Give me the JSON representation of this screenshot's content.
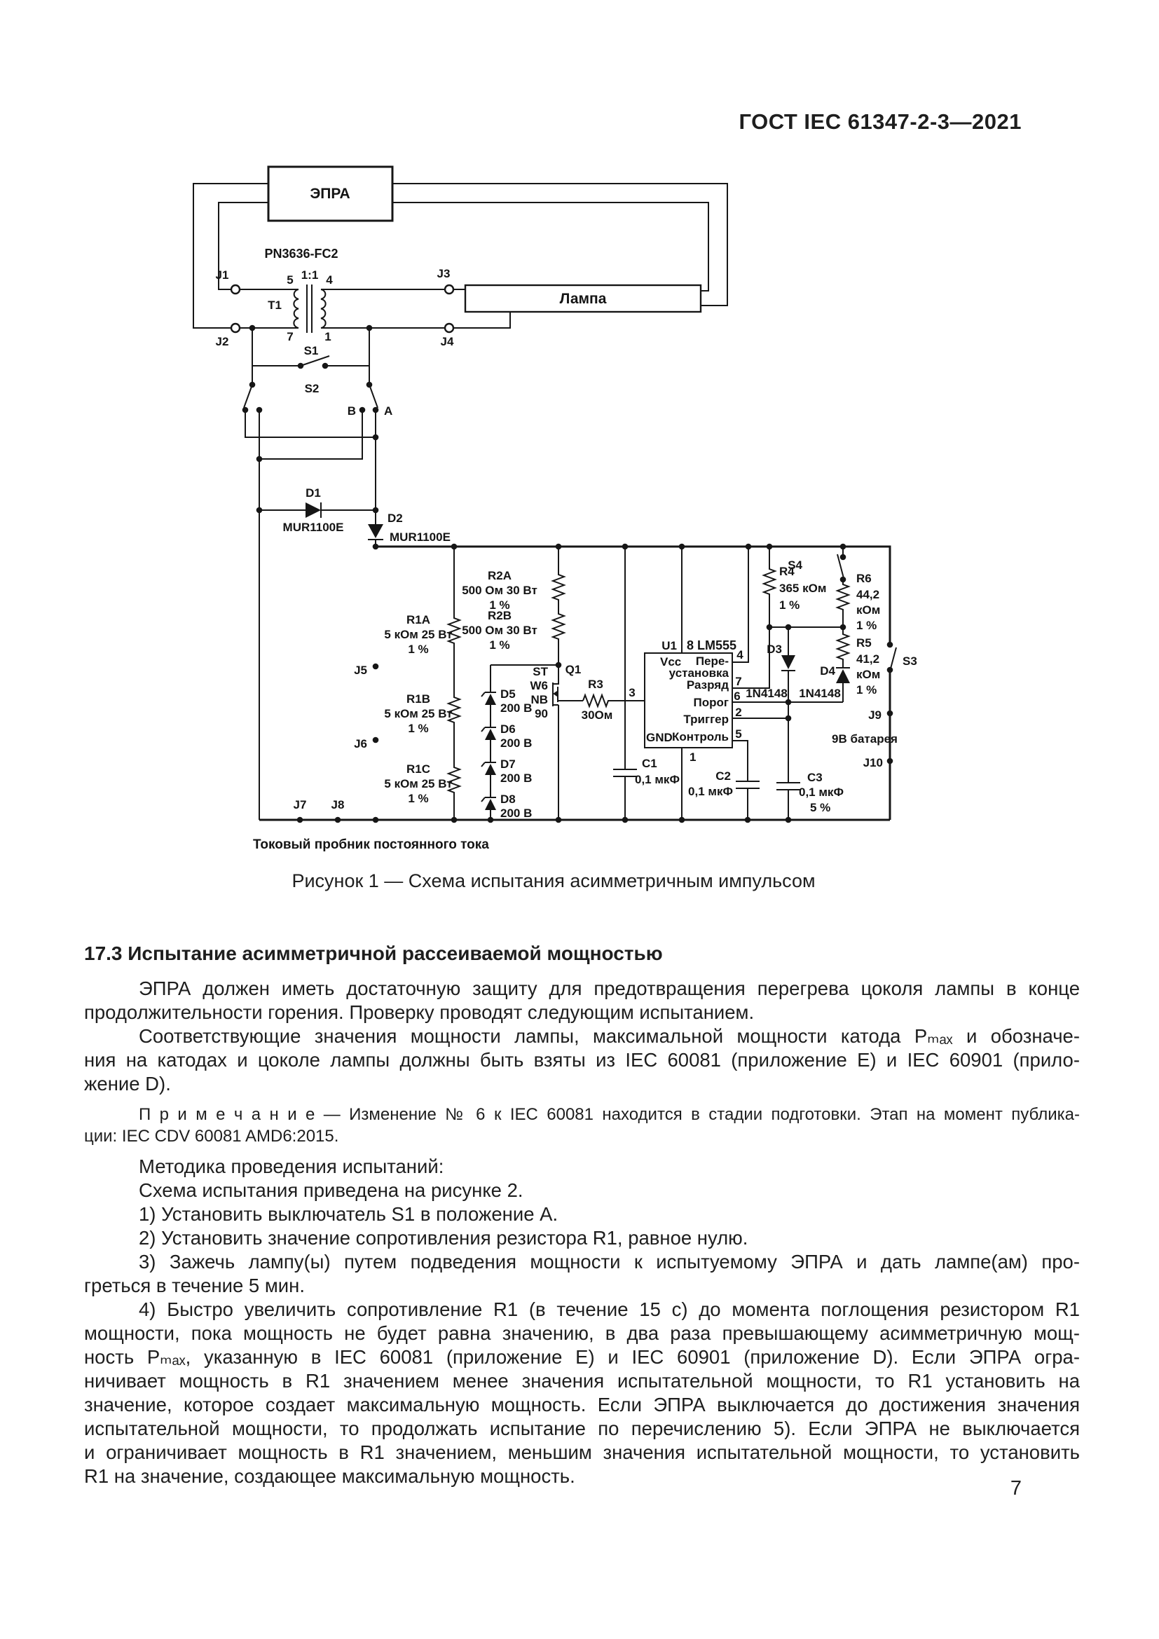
{
  "doc": {
    "header": "ГОСТ IEC 61347-2-3—2021",
    "fig_caption": "Рисунок 1 — Схема испытания асимметричным импульсом",
    "heading": "17.3 Испытание асимметричной рассеиваемой мощностью",
    "p1": [
      "ЭПРА должен иметь достаточную защиту для предотвращения перегрева цоколя лампы в конце",
      "продолжительности горения. Проверку проводят следующим испытанием."
    ],
    "p2": [
      "Соответствующие значения мощности лампы, максимальной мощности катода Pₘₐₓ и обозначе-",
      "ния на катодах и цоколе лампы должны быть взяты из IEC 60081 (приложение Е) и IEC 60901 (прило-",
      "жение D)."
    ],
    "note": [
      "П р и м е ч а н и е  — Изменение № 6 к IEC 60081 находится в стадии подготовки. Этап на момент публика-",
      "ции: IEC CDV 60081 AMD6:2015."
    ],
    "p3": "Методика проведения испытаний:",
    "p4": "Схема испытания приведена на рисунке 2.",
    "p5": "1) Установить выключатель S1 в положение А.",
    "p6": "2) Установить значение сопротивления резистора R1, равное нулю.",
    "p7": [
      "3) Зажечь лампу(ы) путем подведения мощности к испытуемому ЭПРА и дать лампе(ам) про-",
      "греться в течение 5 мин."
    ],
    "p8": [
      "4) Быстро увеличить сопротивление R1 (в течение 15 с) до момента поглощения резистором R1",
      "мощности, пока мощность не будет равна значению, в два раза превышающему асимметричную мощ-",
      "ность Pₘₐₓ, указанную в IEC 60081 (приложение Е) и IEC 60901 (приложение D). Если ЭПРА огра-",
      "ничивает мощность в R1 значением менее значения испытательной мощности, то R1 установить на",
      "значение, которое создает максимальную мощность. Если ЭПРА выключается до достижения значения",
      "испытательной мощности, то продолжать испытание по перечислению 5). Если ЭПРА не выключается",
      "и ограничивает мощность в R1 значением, меньшим значения испытательной мощности, то установить",
      "R1 на значение, создающее максимальную мощность."
    ],
    "page": "7"
  },
  "sch": {
    "epra": "ЭПРА",
    "lamp": "Лампа",
    "t1": {
      "name": "T1",
      "part": "PN3636-FC2",
      "ratio": "1:1",
      "p5": "5",
      "p4": "4",
      "p7": "7",
      "p1": "1"
    },
    "j1": "J1",
    "j2": "J2",
    "j3": "J3",
    "j4": "J4",
    "j5": "J5",
    "j6": "J6",
    "j7": "J7",
    "j8": "J8",
    "j9": "J9",
    "j10": "J10",
    "s1": "S1",
    "s2": "S2",
    "s3": "S3",
    "s4": "S4",
    "a": "A",
    "b": "B",
    "d1": {
      "n": "D1",
      "p": "MUR1100E"
    },
    "d2": {
      "n": "D2",
      "p": "MUR1100E"
    },
    "d3": {
      "n": "D3",
      "p": "1N4148"
    },
    "d4": {
      "n": "D4",
      "p": "1N4148"
    },
    "d5": {
      "n": "D5",
      "v": "200 В"
    },
    "d6": {
      "n": "D6",
      "v": "200 В"
    },
    "d7": {
      "n": "D7",
      "v": "200 В"
    },
    "d8": {
      "n": "D8",
      "v": "200 В"
    },
    "r1a": {
      "n": "R1A",
      "v": "5 кОм 25 Вт",
      "t": "1 %"
    },
    "r1b": {
      "n": "R1B",
      "v": "5 кОм 25 Вт",
      "t": "1 %"
    },
    "r1c": {
      "n": "R1C",
      "v": "5 кОм 25 Вт",
      "t": "1 %"
    },
    "r2a": {
      "n": "R2A",
      "v": "500 Ом 30 Вт",
      "t": "1 %"
    },
    "r2b": {
      "n": "R2B",
      "v": "500 Ом 30 Вт",
      "t": "1 %"
    },
    "r3": {
      "n": "R3",
      "v": "30Ом"
    },
    "r4": {
      "n": "R4",
      "v": "365 кОм",
      "t": "1 %"
    },
    "r5": {
      "n": "R5",
      "v1": "41,2",
      "v2": "кОм",
      "t": "1 %"
    },
    "r6": {
      "n": "R6",
      "v1": "44,2",
      "v2": "кОм",
      "t": "1 %"
    },
    "c1": {
      "n": "C1",
      "v": "0,1 мкФ"
    },
    "c2": {
      "n": "C2",
      "v": "0,1 мкФ"
    },
    "c3": {
      "n": "C3",
      "v": "0,1 мкФ",
      "t": "5 %"
    },
    "q1": {
      "n": "Q1",
      "m1": "ST",
      "m2": "W6",
      "m3": "NB",
      "m4": "90"
    },
    "u1": {
      "n": "U1",
      "part": "8 LM555",
      "vcc": "Vcc",
      "gnd": "GND",
      "rst1": "Пере-",
      "rst2": "установка",
      "dis": "Разряд",
      "thr": "Порог",
      "trg": "Триггер",
      "ctl": "Контроль",
      "n1": "1",
      "n2": "2",
      "n3": "3",
      "n4": "4",
      "n5": "5",
      "n6": "6",
      "n7": "7"
    },
    "battery": "9В батарея",
    "probe": "Токовый пробник постоянного тока"
  }
}
